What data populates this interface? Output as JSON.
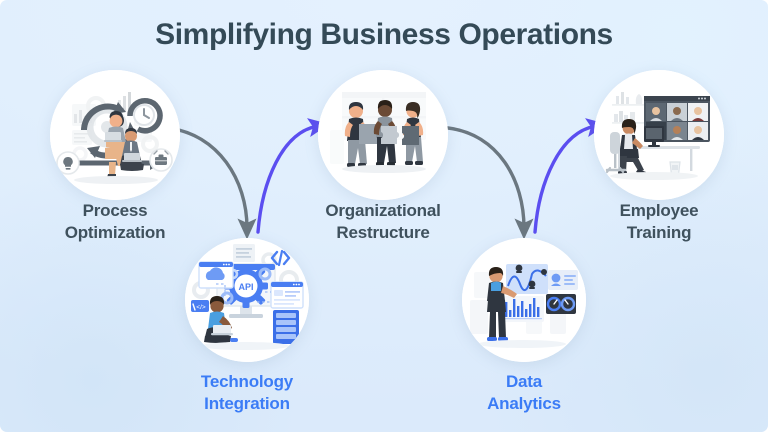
{
  "slide": {
    "title": "Simplifying Business Operations",
    "background_color": "#e1effd",
    "title_color": "#344a57"
  },
  "colors": {
    "background": "#e1effd",
    "title": "#344a57",
    "caption_dark": "#3f515d",
    "caption_accent": "#3b7cf6",
    "arrow_gray": "#6b7780",
    "arrow_purple": "#5b4ef0",
    "bubble": "#ffffff",
    "illustration_blue": "#4a7ef2",
    "illustration_gray": "#5d6770"
  },
  "steps": [
    {
      "id": "process-optimization",
      "label": "Process\nOptimization",
      "label_color": "#3f515d",
      "row": "top",
      "order": 1,
      "illustration": "process-optimization-illustration",
      "illustration_items": [
        "cycle-arrows-icon",
        "person-with-laptop",
        "gear-icon",
        "clock-icon",
        "bar-chart-icon",
        "lightbulb-icon",
        "briefcase-icon"
      ]
    },
    {
      "id": "technology-integration",
      "label": "Technology\nIntegration",
      "label_color": "#3b7cf6",
      "row": "bottom",
      "order": 2,
      "illustration": "technology-integration-illustration",
      "illustration_items": [
        "monitor-icon",
        "api-gear-icon",
        "cloud-upload-icon",
        "code-brackets-icon",
        "developer-with-laptop",
        "server-rack-icon",
        "document-icon"
      ],
      "illustration_label": "API"
    },
    {
      "id": "organizational-restructure",
      "label": "Organizational\nRestructure",
      "label_color": "#3f515d",
      "row": "top",
      "order": 3,
      "illustration": "organizational-restructure-illustration",
      "illustration_items": [
        "person-holding-puzzle-piece",
        "person-holding-puzzle-piece",
        "person-holding-puzzle-piece",
        "window-icon"
      ]
    },
    {
      "id": "data-analytics",
      "label": "Data\nAnalytics",
      "label_color": "#3b7cf6",
      "row": "bottom",
      "order": 4,
      "illustration": "data-analytics-illustration",
      "illustration_items": [
        "analyst-person",
        "line-chart-panel",
        "bar-chart-panel",
        "gauge-panel",
        "profile-card-icon"
      ]
    },
    {
      "id": "employee-training",
      "label": "Employee\nTraining",
      "label_color": "#3f515d",
      "row": "top",
      "order": 5,
      "illustration": "employee-training-illustration",
      "illustration_items": [
        "seated-presenter",
        "desk-icon",
        "monitor-icon",
        "video-call-grid",
        "shelf-icon",
        "waste-bin-icon"
      ],
      "video_grid_participants": 6
    }
  ],
  "connectors": [
    {
      "id": "connector-1-down",
      "from": "process-optimization",
      "to": "technology-integration",
      "color": "#6b7780",
      "direction": "down"
    },
    {
      "id": "connector-2-up",
      "from": "technology-integration",
      "to": "organizational-restructure",
      "color": "#5b4ef0",
      "direction": "up"
    },
    {
      "id": "connector-3-down",
      "from": "organizational-restructure",
      "to": "data-analytics",
      "color": "#6b7780",
      "direction": "down"
    },
    {
      "id": "connector-4-up",
      "from": "data-analytics",
      "to": "employee-training",
      "color": "#5b4ef0",
      "direction": "up"
    }
  ]
}
